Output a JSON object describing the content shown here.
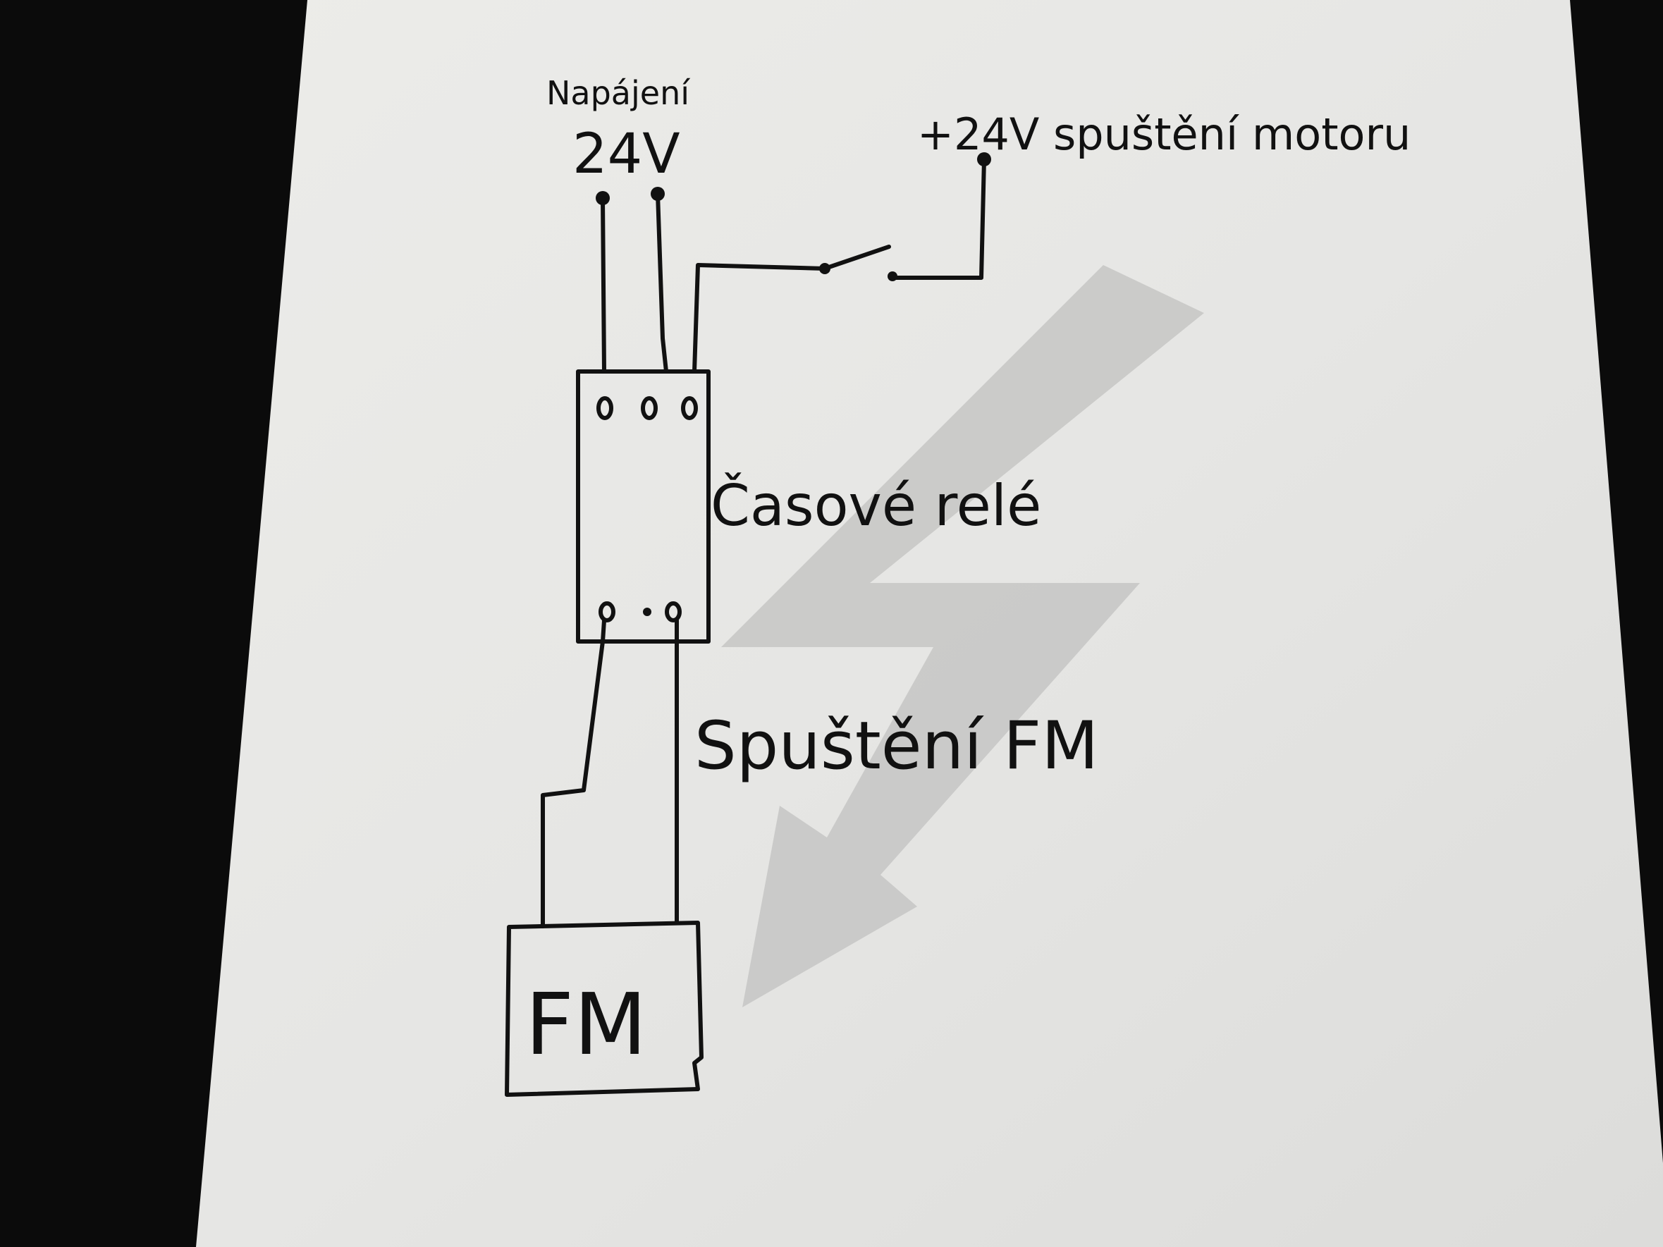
{
  "labels": {
    "power_supply": "Napájení",
    "power_voltage": "24V",
    "motor_start": "+24V spuštění motoru",
    "relay": "Časové relé",
    "fm_start": "Spuštění FM",
    "fm_box": "FM"
  },
  "colors": {
    "paper": "#e4e4e2",
    "ink": "#111111",
    "bolt": "#c4c4c2",
    "background": "#0b0b0b"
  }
}
